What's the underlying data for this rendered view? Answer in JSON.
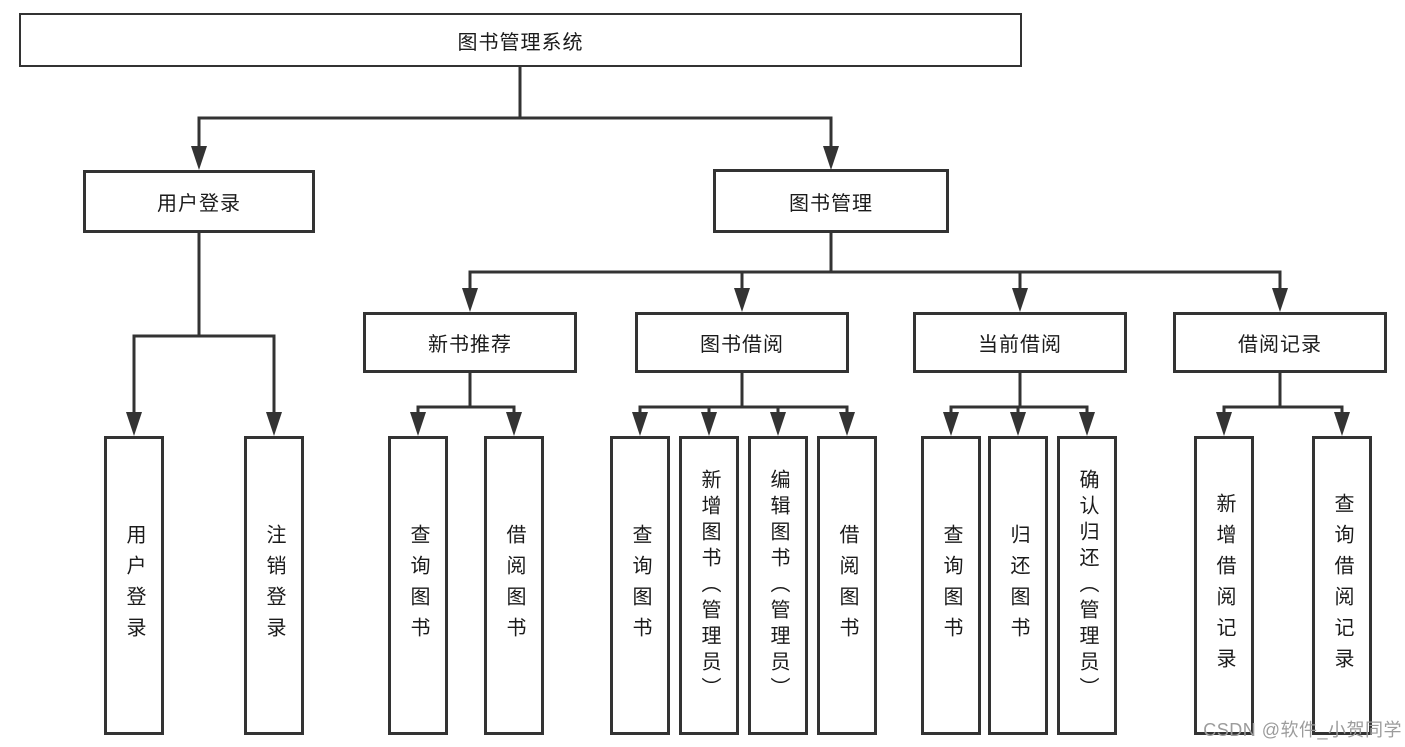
{
  "tree": {
    "label": "图书管理系统",
    "children": [
      {
        "label": "用户登录",
        "children": [
          {
            "label": "用户登录"
          },
          {
            "label": "注销登录"
          }
        ]
      },
      {
        "label": "图书管理",
        "children": [
          {
            "label": "新书推荐",
            "children": [
              {
                "label": "查询图书"
              },
              {
                "label": "借阅图书"
              }
            ]
          },
          {
            "label": "图书借阅",
            "children": [
              {
                "label": "查询图书"
              },
              {
                "label": "新增图书（管理员）"
              },
              {
                "label": "编辑图书（管理员）"
              },
              {
                "label": "借阅图书"
              }
            ]
          },
          {
            "label": "当前借阅",
            "children": [
              {
                "label": "查询图书"
              },
              {
                "label": "归还图书"
              },
              {
                "label": "确认归还（管理员）"
              }
            ]
          },
          {
            "label": "借阅记录",
            "children": [
              {
                "label": "新增借阅记录"
              },
              {
                "label": "查询借阅记录"
              }
            ]
          }
        ]
      }
    ]
  },
  "watermark": {
    "text": "CSDN @软件_小贺同学"
  },
  "colors": {
    "line": "#333333",
    "text": "#1b1b1b",
    "watermark": "#9c9c9c",
    "background": "#ffffff"
  }
}
